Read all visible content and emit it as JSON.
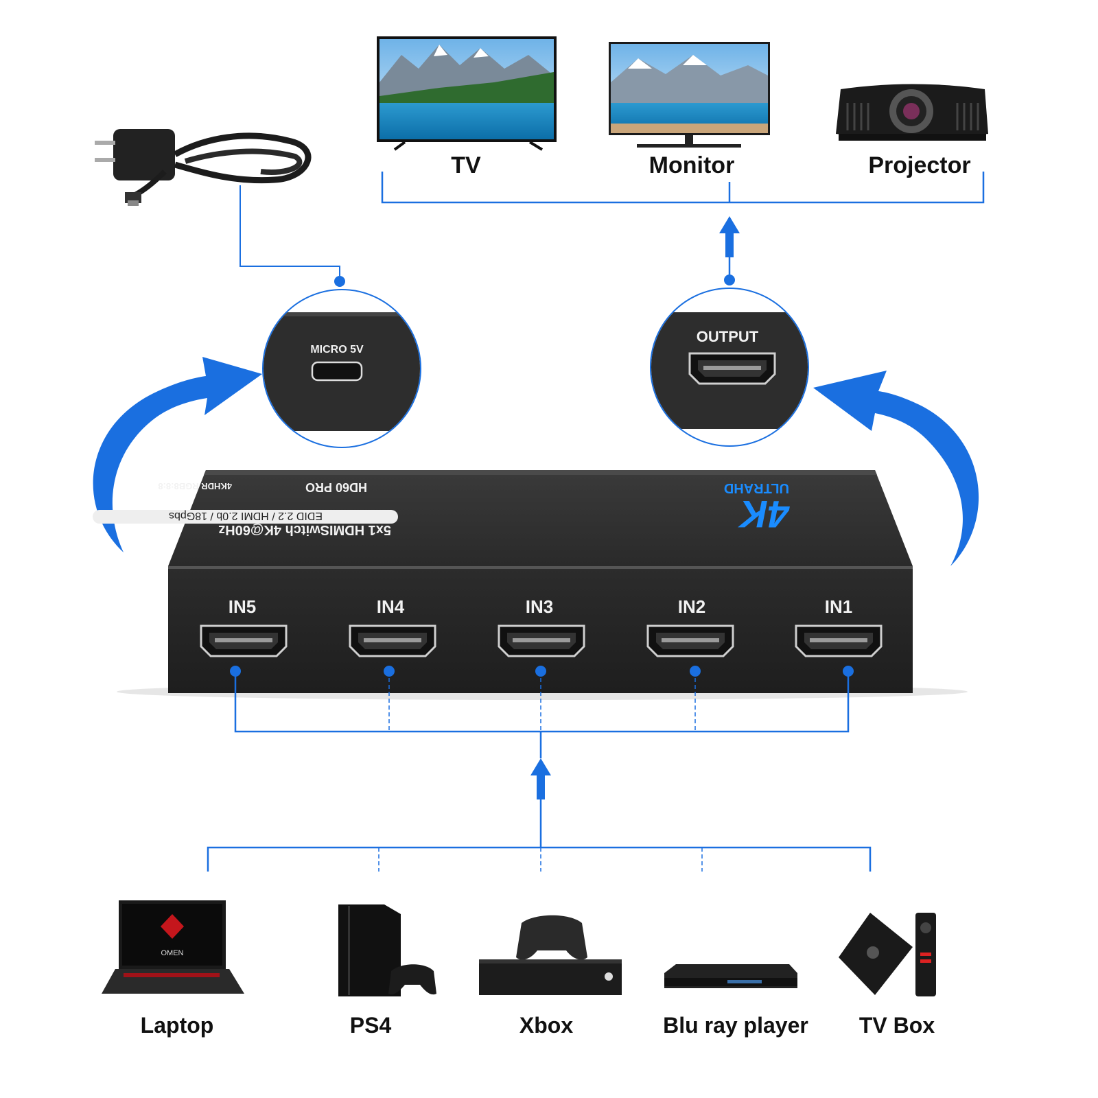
{
  "outputs": [
    {
      "label": "TV"
    },
    {
      "label": "Monitor"
    },
    {
      "label": "Projector"
    }
  ],
  "zoom_callouts": {
    "power_port": "MICRO 5V",
    "output_port": "OUTPUT"
  },
  "device": {
    "title": "5x1 HDMISwitch 4K@60Hz",
    "spec_badge": "EDID 2.2 / HDMI 2.0b / 18Gpbs",
    "feature_line_1": "HD60 PRO",
    "feature_line_2": "4KHDR RGB8:8:8",
    "logo_big": "4K",
    "logo_small": "ULTRAHD",
    "ports": [
      "IN5",
      "IN4",
      "IN3",
      "IN2",
      "IN1"
    ]
  },
  "sources": [
    {
      "label": "Laptop",
      "brand": "OMEN"
    },
    {
      "label": "PS4"
    },
    {
      "label": "Xbox"
    },
    {
      "label": "Blu ray player"
    },
    {
      "label": "TV Box"
    }
  ],
  "colors": {
    "accent": "#1a6fe0",
    "device": "#2b2b2b"
  }
}
